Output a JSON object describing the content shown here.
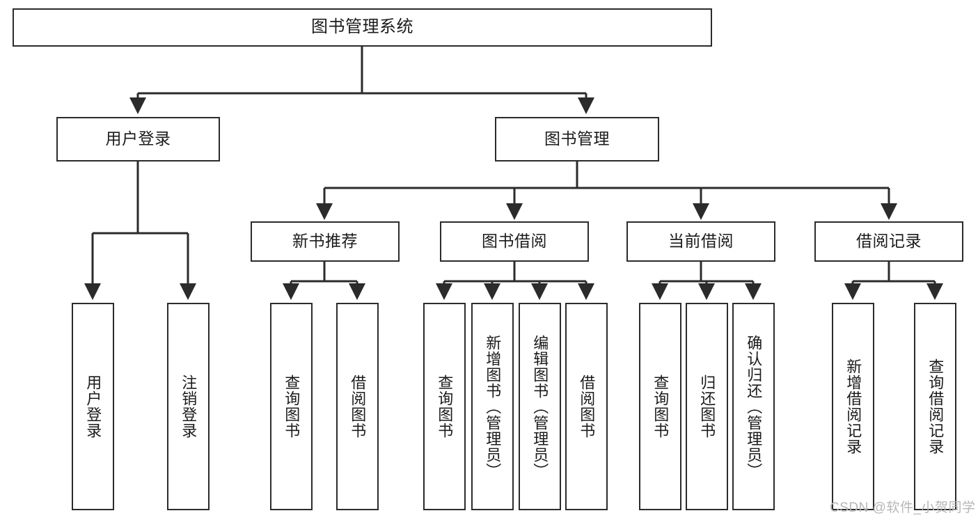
{
  "diagram": {
    "title": "图书管理系统",
    "type": "tree-hierarchy-diagram",
    "root": {
      "id": "root",
      "label": "图书管理系统"
    },
    "level2": [
      {
        "id": "user-login",
        "label": "用户登录"
      },
      {
        "id": "book-manage",
        "label": "图书管理"
      }
    ],
    "level3": [
      {
        "id": "new-book-recommend",
        "label": "新书推荐"
      },
      {
        "id": "book-borrow",
        "label": "图书借阅"
      },
      {
        "id": "current-borrow",
        "label": "当前借阅"
      },
      {
        "id": "borrow-record",
        "label": "借阅记录"
      }
    ],
    "leaves": {
      "user_login": [
        {
          "id": "leaf-user-login",
          "label": "用户登录"
        },
        {
          "id": "leaf-logout-login",
          "label": "注销登录"
        }
      ],
      "new_book_recommend": [
        {
          "id": "leaf-query-book-1",
          "label": "查询图书"
        },
        {
          "id": "leaf-borrow-book-1",
          "label": "借阅图书"
        }
      ],
      "book_borrow": [
        {
          "id": "leaf-query-book-2",
          "label": "查询图书"
        },
        {
          "id": "leaf-add-book",
          "label": "新增图书（管理员）"
        },
        {
          "id": "leaf-edit-book",
          "label": "编辑图书（管理员）"
        },
        {
          "id": "leaf-borrow-book-2",
          "label": "借阅图书"
        }
      ],
      "current_borrow": [
        {
          "id": "leaf-query-book-3",
          "label": "查询图书"
        },
        {
          "id": "leaf-return-book",
          "label": "归还图书"
        },
        {
          "id": "leaf-confirm-return",
          "label": "确认归还（管理员）"
        }
      ],
      "borrow_record": [
        {
          "id": "leaf-add-record",
          "label": "新增借阅记录"
        },
        {
          "id": "leaf-query-record",
          "label": "查询借阅记录"
        }
      ]
    }
  },
  "watermark": {
    "text": "CSDN @软件_小贺同学"
  },
  "colors": {
    "stroke": "#2b2b2b",
    "background": "#ffffff",
    "text": "#1b1b1b",
    "watermark": "#b6b6b6"
  }
}
